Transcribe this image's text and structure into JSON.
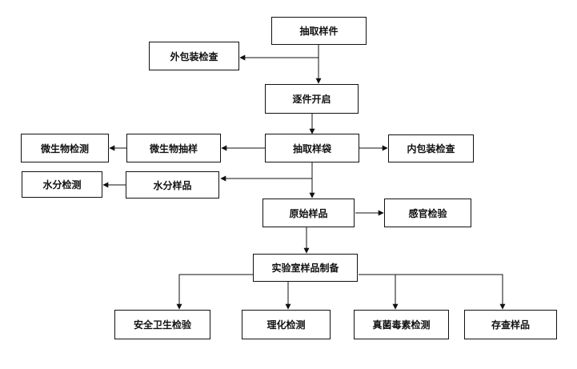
{
  "nodes": {
    "sample_extract": "抽取样件",
    "outer_package_check": "外包装检查",
    "open_each": "逐件开启",
    "sample_bag": "抽取样袋",
    "micro_sampling": "微生物抽样",
    "micro_test": "微生物检测",
    "inner_package_check": "内包装检查",
    "moisture_sample": "水分样品",
    "moisture_test": "水分检测",
    "original_sample": "原始样品",
    "sensory_test": "感官检验",
    "lab_prep": "实验室样品制备",
    "safety_test": "安全卫生检验",
    "physchem_test": "理化检测",
    "mycotoxin_test": "真菌毒素检测",
    "retained_sample": "存查样品"
  },
  "colors": {
    "line": "#111111",
    "box_border": "#111111",
    "text": "#111111",
    "background": "#ffffff"
  }
}
